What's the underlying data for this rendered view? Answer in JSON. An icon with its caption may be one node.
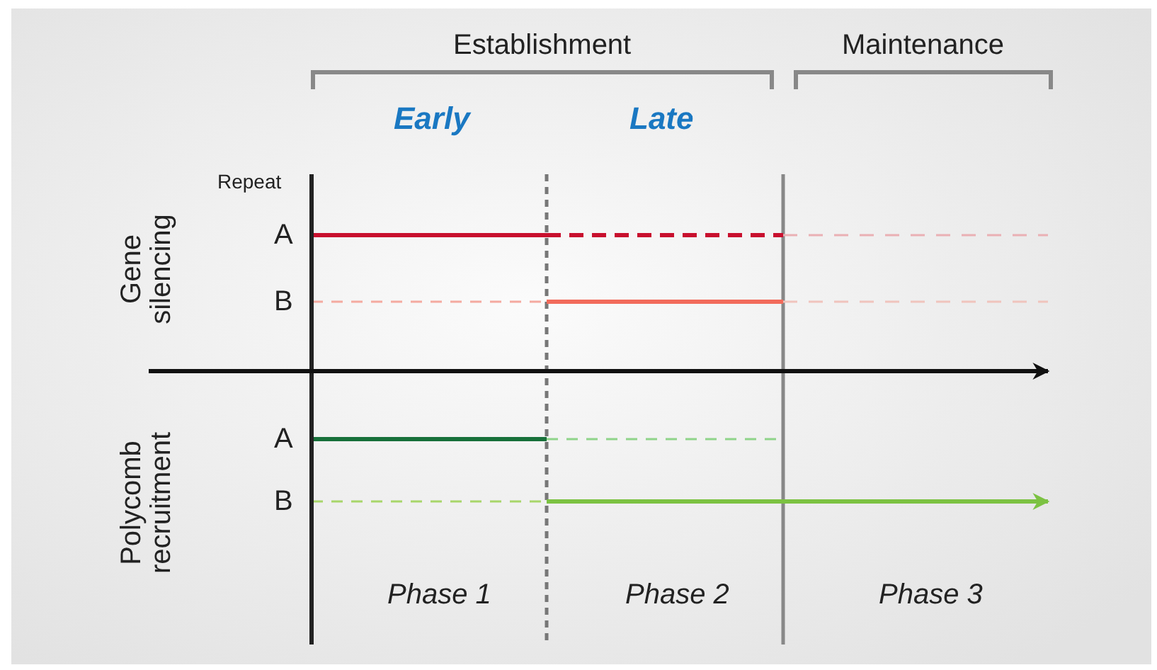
{
  "diagram": {
    "labels": [
      "Establishment",
      "Maintenance",
      "Early",
      "Late",
      "Repeat",
      "Gene silencing",
      "A",
      "B",
      "Polycomb recruitment",
      "A",
      "B",
      "Phase 1",
      "Phase 2",
      "Phase 3"
    ]
  }
}
